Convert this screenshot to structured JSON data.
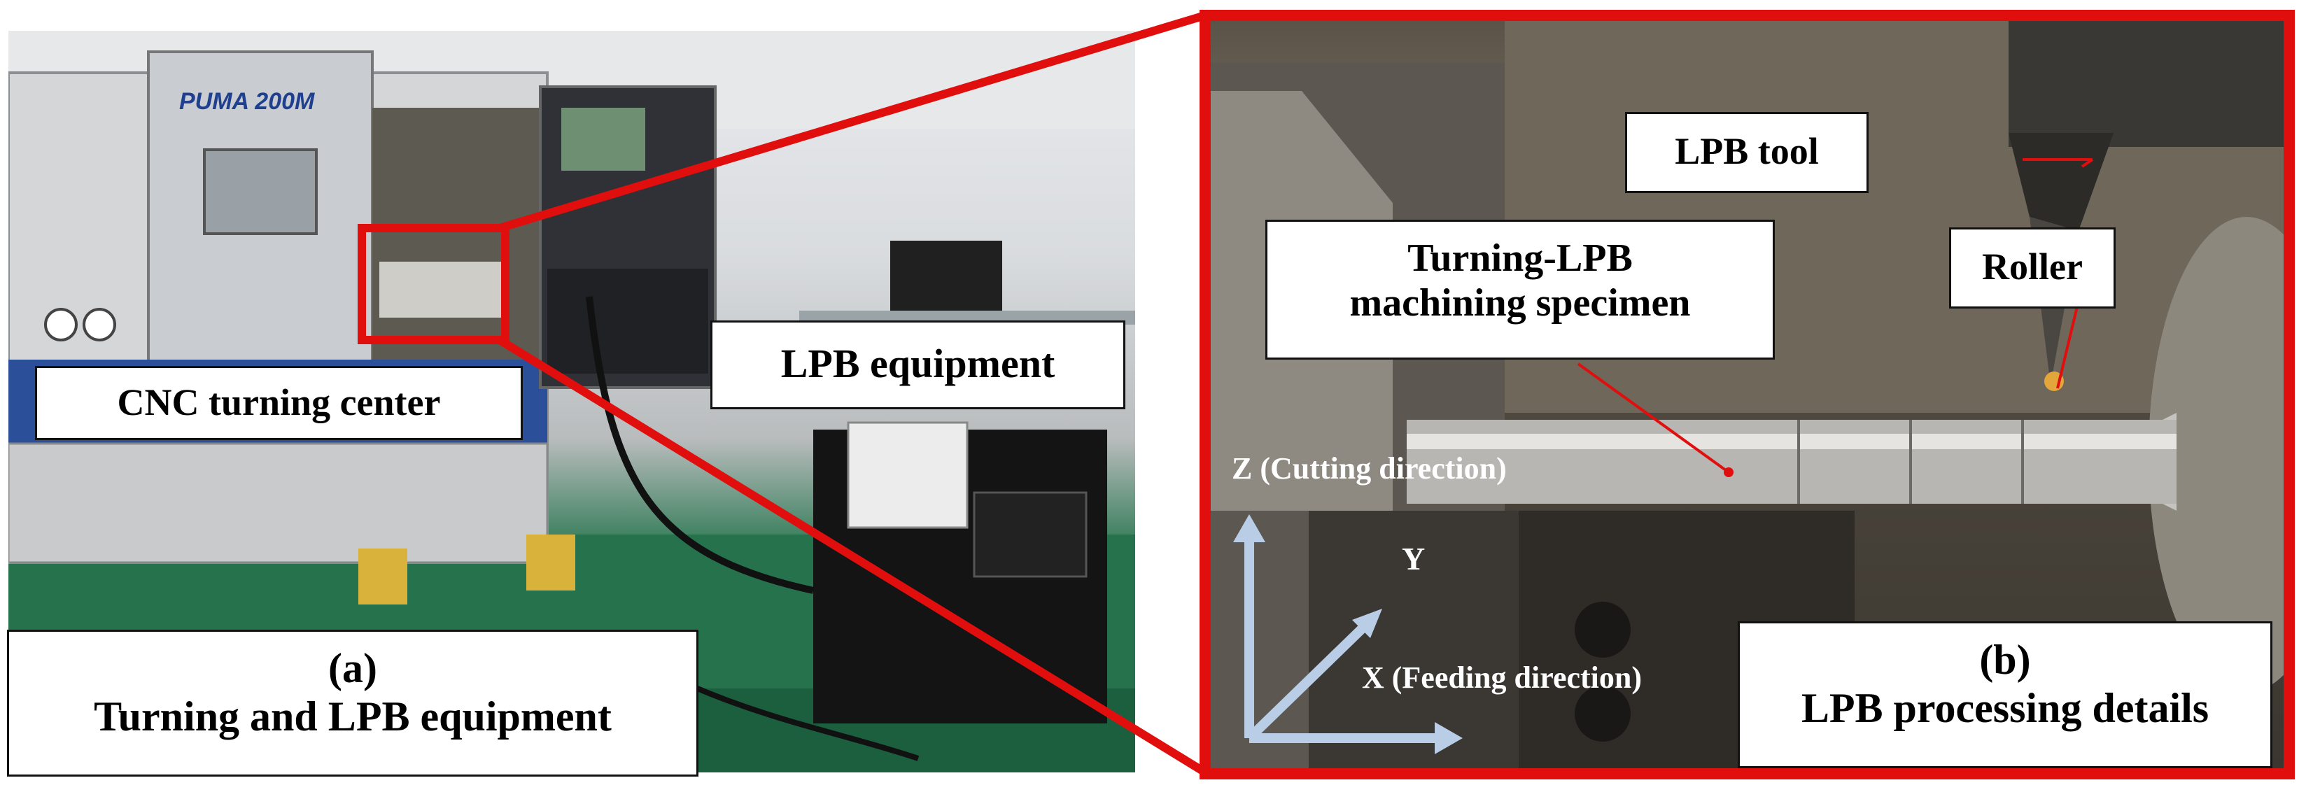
{
  "panel_a": {
    "labels": {
      "cnc_turning_center": "CNC turning  center",
      "lpb_equipment": "LPB equipment",
      "caption_letter": "(a)",
      "caption_text": "Turning  and  LPB equipment",
      "machine_brand": "PUMA 200M"
    }
  },
  "panel_b": {
    "labels": {
      "lpb_tool": "LPB tool",
      "roller": "Roller",
      "specimen_line1": "Turning-LPB",
      "specimen_line2": "machining  specimen",
      "z_axis": "Z (Cutting direction)",
      "y_axis": "Y",
      "x_axis": "X (Feeding direction)",
      "caption_letter": "(b)",
      "caption_text": "LPB processing  details"
    }
  },
  "colors": {
    "highlight_red": "#e10e0e",
    "axis_arrow": "#b9cde6",
    "floor_green": "#1d6b44"
  }
}
